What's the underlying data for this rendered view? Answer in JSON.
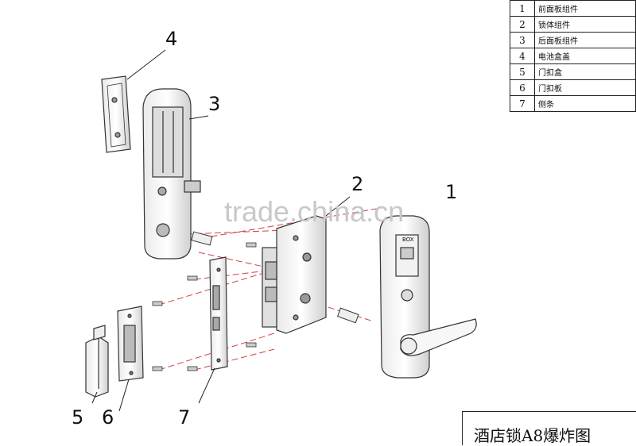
{
  "parts_table": [
    {
      "no": "1",
      "name": "前面板组件"
    },
    {
      "no": "2",
      "name": "锁体组件"
    },
    {
      "no": "3",
      "name": "后面板组件"
    },
    {
      "no": "4",
      "name": "电池盒盖"
    },
    {
      "no": "5",
      "name": "门扣盒"
    },
    {
      "no": "6",
      "name": "门扣板"
    },
    {
      "no": "7",
      "name": "侧条"
    }
  ],
  "callouts": {
    "c1": "1",
    "c2": "2",
    "c3": "3",
    "c4": "4",
    "c5": "5",
    "c6": "6",
    "c7": "7"
  },
  "title": "酒店锁A8爆炸图",
  "watermark": "trade.china.cn",
  "panel_tag": "BOX"
}
